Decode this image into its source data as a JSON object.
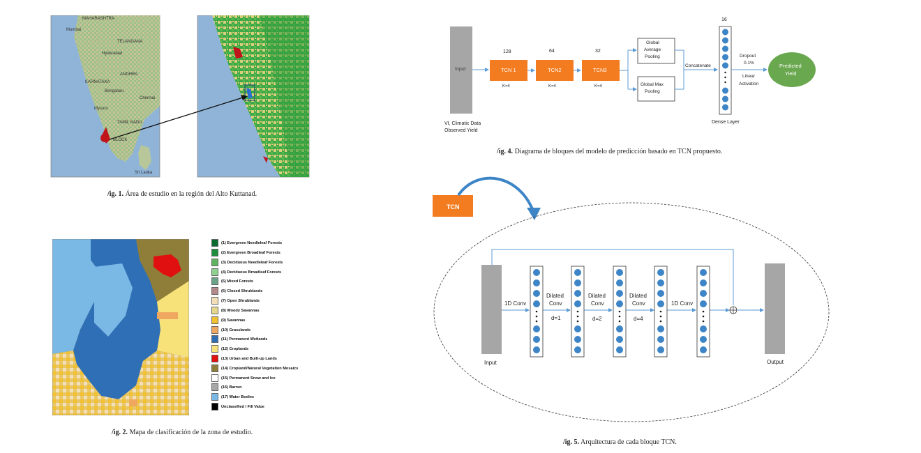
{
  "fig1": {
    "map_labels": {
      "maharashtra": "MAHARASHTRA",
      "mumbai": "Mumbai",
      "telangana": "TELANGANA",
      "hyderabad": "Hyderabad",
      "andhra": "ANDHRA",
      "karnataka": "KARNATAKA",
      "bengaluru": "Bengaluru",
      "chennai": "Chennai",
      "mysuru": "Mysuru",
      "tamilnadu": "TAMIL NADU",
      "block": "BLOCK",
      "srilanka": "Sri Lanka"
    },
    "caption_prefix": "/ig. 1.",
    "caption_text": "Área de estudio en la región del Alto Kuttanad."
  },
  "fig2": {
    "legend": [
      {
        "label": "(1) Evergreen Needleleaf Forests",
        "color": "#0b6b2e"
      },
      {
        "label": "(2) Evergreen Broadleaf Forests",
        "color": "#1e8e3e"
      },
      {
        "label": "(3) Deciduous Needleleaf Forests",
        "color": "#5fb35f"
      },
      {
        "label": "(4) Deciduous Broadleaf Forests",
        "color": "#8fd18f"
      },
      {
        "label": "(5) Mixed Forests",
        "color": "#6aa58a"
      },
      {
        "label": "(6) Closed Shrublands",
        "color": "#b4898c"
      },
      {
        "label": "(7) Open Shrublands",
        "color": "#f3dfb8"
      },
      {
        "label": "(8) Woody Savannas",
        "color": "#e5d88c"
      },
      {
        "label": "(9) Savannas",
        "color": "#f2c130"
      },
      {
        "label": "(10) Grasslands",
        "color": "#f0a860"
      },
      {
        "label": "(11) Permanent Wetlands",
        "color": "#2f6fb5"
      },
      {
        "label": "(12) Croplands",
        "color": "#f7e27a"
      },
      {
        "label": "(13) Urban and Built-up Lands",
        "color": "#e01010"
      },
      {
        "label": "(14) Cropland/Natural Vegetation Mosaics",
        "color": "#8f7d3a"
      },
      {
        "label": "(15) Permanent Snow and Ice",
        "color": "#ffffff"
      },
      {
        "label": "(16) Barren",
        "color": "#a8a8a8"
      },
      {
        "label": "(17) Water Bodies",
        "color": "#7ab8e6"
      },
      {
        "label": "Unclassified / Fill Value",
        "color": "#000000"
      }
    ],
    "caption_prefix": "/ig. 2.",
    "caption_text": "Mapa de clasificación de la zona de estudio."
  },
  "fig4": {
    "input_label": "Input",
    "input_desc_line1": "VI, Climatic Data",
    "input_desc_line2": "Observed Yield",
    "tcn_blocks": [
      {
        "name": "TCN 1",
        "filters": "128",
        "k": "K=4"
      },
      {
        "name": "TCN2",
        "filters": "64",
        "k": "K=4"
      },
      {
        "name": "TCN3",
        "filters": "32",
        "k": "K=4"
      }
    ],
    "gap_line1": "Global",
    "gap_line2": "Average",
    "gap_line3": "Pooling",
    "gmp_line1": "Global Max",
    "gmp_line2": "Pooling",
    "concatenate": "Concatenate",
    "dense_units": "16",
    "dense_label": "Dense Layer",
    "dropout_line1": "Dropout",
    "dropout_line2": "0.1%",
    "activation_line1": "Linear",
    "activation_line2": "Activation",
    "output_line1": "Predicted",
    "output_line2": "Yield",
    "caption_prefix": "/ig. 4.",
    "caption_text": "Diagrama de bloques del modelo de predicción basado en TCN propuesto."
  },
  "fig5": {
    "tcn_tag": "TCN",
    "input_label": "Input",
    "output_label": "Output",
    "conv1": "1D Conv",
    "dilated_line1": "Dilated",
    "dilated_line2": "Conv",
    "d1": "d=1",
    "d2": "d=2",
    "d4": "d=4",
    "conv_last": "1D Conv",
    "caption_prefix": "/ig. 5.",
    "caption_text": "Arquitectura de cada bloque TCN."
  },
  "colors": {
    "tcn_orange": "#f47c20",
    "node_blue": "#3d85c6",
    "arrow_blue": "#5b9bd5",
    "predicted_green": "#6aa84f",
    "input_gray": "#a6a6a6"
  }
}
